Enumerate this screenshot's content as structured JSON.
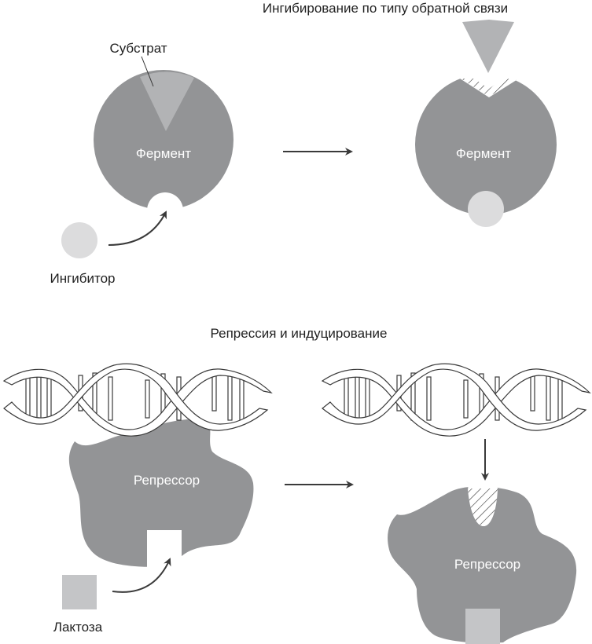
{
  "titles": {
    "feedback": "Ингибирование по типу обратной связи",
    "repression": "Репрессия и индуцирование"
  },
  "labels": {
    "substrate": "Субстрат",
    "enzyme_left": "Фермент",
    "enzyme_right": "Фермент",
    "inhibitor": "Ингибитор",
    "repressor_left": "Репрессор",
    "repressor_right": "Репрессор",
    "lactose": "Лактоза"
  },
  "colors": {
    "enzyme": "#939496",
    "substrate": "#b2b3b5",
    "inhibitor": "#dcdcdd",
    "lactose": "#c4c5c7",
    "arrow": "#3a3a3a",
    "dna_stroke": "#3a3a3a"
  }
}
